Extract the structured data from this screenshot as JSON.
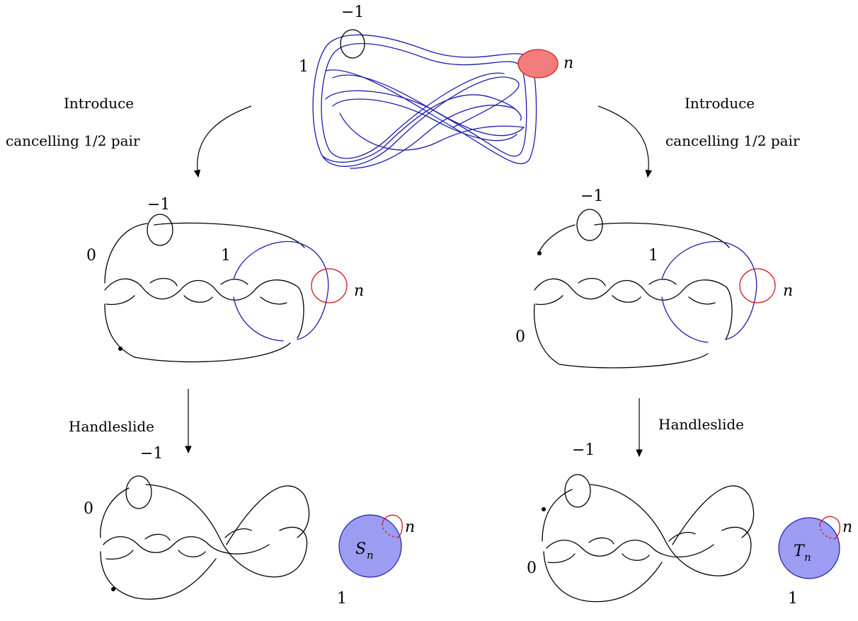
{
  "top": {
    "label_minus1": "−1",
    "label_1": "1",
    "label_n": "n"
  },
  "arrows": {
    "left_caption_1": "Introduce",
    "left_caption_2": "cancelling 1/2 pair",
    "right_caption_1": "Introduce",
    "right_caption_2": "cancelling 1/2 pair",
    "left_down_caption": "Handleslide",
    "right_down_caption": "Handleslide"
  },
  "middle_left": {
    "label_minus1": "−1",
    "label_0": "0",
    "label_1": "1",
    "label_n": "n"
  },
  "middle_right": {
    "label_minus1": "−1",
    "label_0": "0",
    "label_1": "1",
    "label_n": "n"
  },
  "bottom_left": {
    "label_minus1": "−1",
    "label_0": "0",
    "label_1": "1",
    "label_n": "n",
    "disk_label": "S",
    "disk_sub": "n"
  },
  "bottom_right": {
    "label_minus1": "−1",
    "label_0": "0",
    "label_1": "1",
    "label_n": "n",
    "disk_label": "T",
    "disk_sub": "n"
  },
  "colors": {
    "knot": "#000000",
    "blue": "#1c1cb0",
    "red": "#d01818",
    "red_fill": "#f27d7d",
    "disk_fill": "#9c9cf2"
  }
}
